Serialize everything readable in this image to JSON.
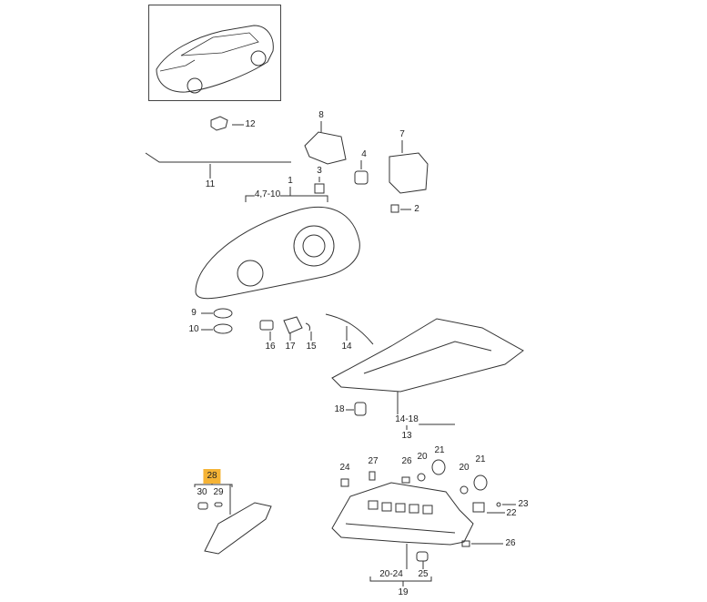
{
  "diagram": {
    "highlight_color": "#f5b335",
    "thumbnail": "car-overview",
    "callouts": [
      {
        "id": "c12",
        "text": "12"
      },
      {
        "id": "c8",
        "text": "8"
      },
      {
        "id": "c7",
        "text": "7"
      },
      {
        "id": "c4",
        "text": "4"
      },
      {
        "id": "c3",
        "text": "3"
      },
      {
        "id": "c11",
        "text": "11"
      },
      {
        "id": "c1",
        "text": "1"
      },
      {
        "id": "c4710",
        "text": "4,7-10"
      },
      {
        "id": "c2",
        "text": "2"
      },
      {
        "id": "c9",
        "text": "9"
      },
      {
        "id": "c10",
        "text": "10"
      },
      {
        "id": "c16",
        "text": "16"
      },
      {
        "id": "c17",
        "text": "17"
      },
      {
        "id": "c15",
        "text": "15"
      },
      {
        "id": "c14",
        "text": "14"
      },
      {
        "id": "c18",
        "text": "18"
      },
      {
        "id": "c1418",
        "text": "14-18"
      },
      {
        "id": "c13",
        "text": "13"
      },
      {
        "id": "c28",
        "text": "28",
        "highlighted": true
      },
      {
        "id": "c30",
        "text": "30"
      },
      {
        "id": "c29",
        "text": "29"
      },
      {
        "id": "c24",
        "text": "24"
      },
      {
        "id": "c27",
        "text": "27"
      },
      {
        "id": "c26a",
        "text": "26"
      },
      {
        "id": "c20a",
        "text": "20"
      },
      {
        "id": "c21a",
        "text": "21"
      },
      {
        "id": "c20b",
        "text": "20"
      },
      {
        "id": "c21b",
        "text": "21"
      },
      {
        "id": "c23",
        "text": "23"
      },
      {
        "id": "c22",
        "text": "22"
      },
      {
        "id": "c26b",
        "text": "26"
      },
      {
        "id": "c2024",
        "text": "20-24"
      },
      {
        "id": "c25",
        "text": "25"
      },
      {
        "id": "c19",
        "text": "19"
      }
    ]
  }
}
